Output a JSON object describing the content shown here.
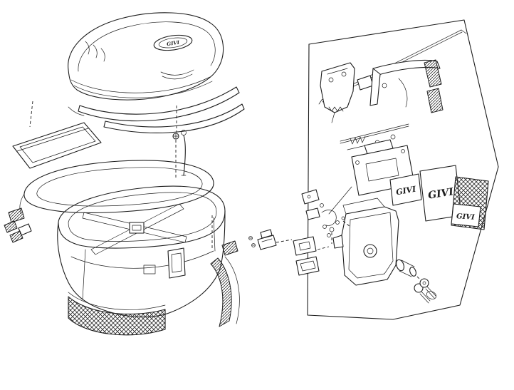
{
  "page": {
    "background": "#ffffff"
  },
  "diagram": {
    "ink_color": "#1d1d1d",
    "brand": "GIVI",
    "labels": {
      "lid_badge": "GIVI",
      "sticker_small": "GIVI",
      "sticker_large": "GIVI",
      "sticker_on_reflector": "GIVI"
    }
  }
}
